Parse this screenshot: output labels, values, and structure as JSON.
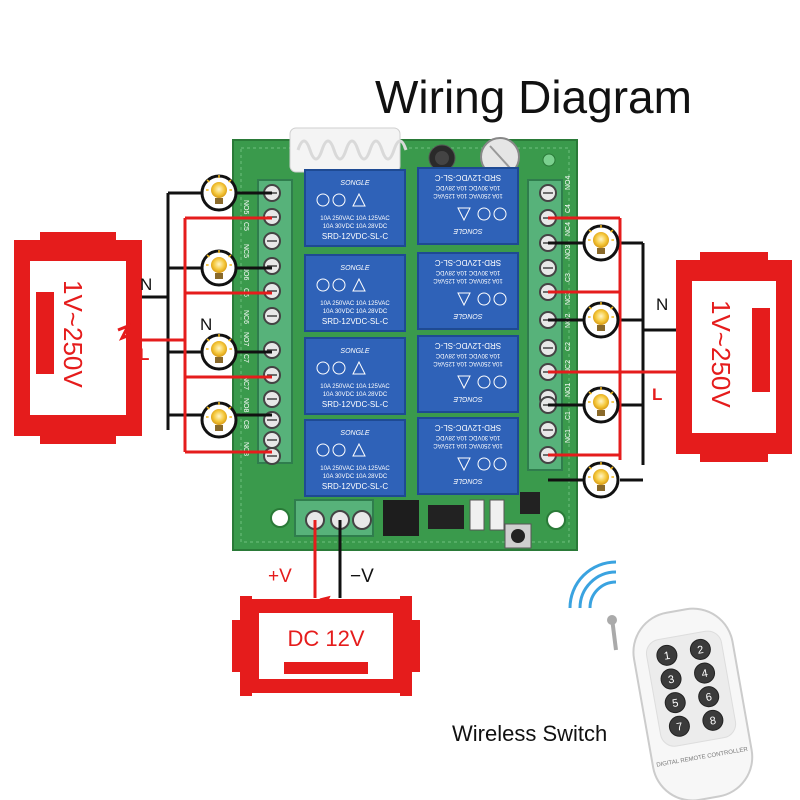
{
  "title": "Wiring Diagram",
  "power_left": {
    "label": "1V~250V"
  },
  "power_right": {
    "label": "1V~250V"
  },
  "power_dc": {
    "label": "DC 12V",
    "plus_label": "+V",
    "minus_label": "−V"
  },
  "wire_labels": {
    "neutral": "N",
    "live": "L"
  },
  "relay": {
    "brand": "SONGLE",
    "model": "SRD-12VDC-SL-C",
    "rating_1": "10A 250VAC  10A 125VAC",
    "rating_2": "10A  30VDC  10A  28VDC"
  },
  "terminals_left": [
    "NO5",
    "C5",
    "NC5",
    "NO6",
    "C6",
    "NC6",
    "NO7",
    "C7",
    "NC7",
    "NO8",
    "C8",
    "NC8"
  ],
  "terminals_right": [
    "NO4",
    "C4",
    "NC4",
    "NO3",
    "C3",
    "NC3",
    "NO2",
    "C2",
    "NC2",
    "NO1",
    "C1",
    "NC1"
  ],
  "remote": {
    "buttons": [
      "1",
      "2",
      "3",
      "4",
      "5",
      "6",
      "7",
      "8"
    ],
    "label": "DIGITAL REMOTE CONTROLLER"
  },
  "wireless_label": "Wireless Switch",
  "colors": {
    "wire_red": "#e51c1c",
    "wire_black": "#111111",
    "board_green": "#3a9a4c",
    "relay_blue": "#2f62b8",
    "terminal_green": "#57b27a",
    "bulb_yellow": "#f3c23a"
  }
}
